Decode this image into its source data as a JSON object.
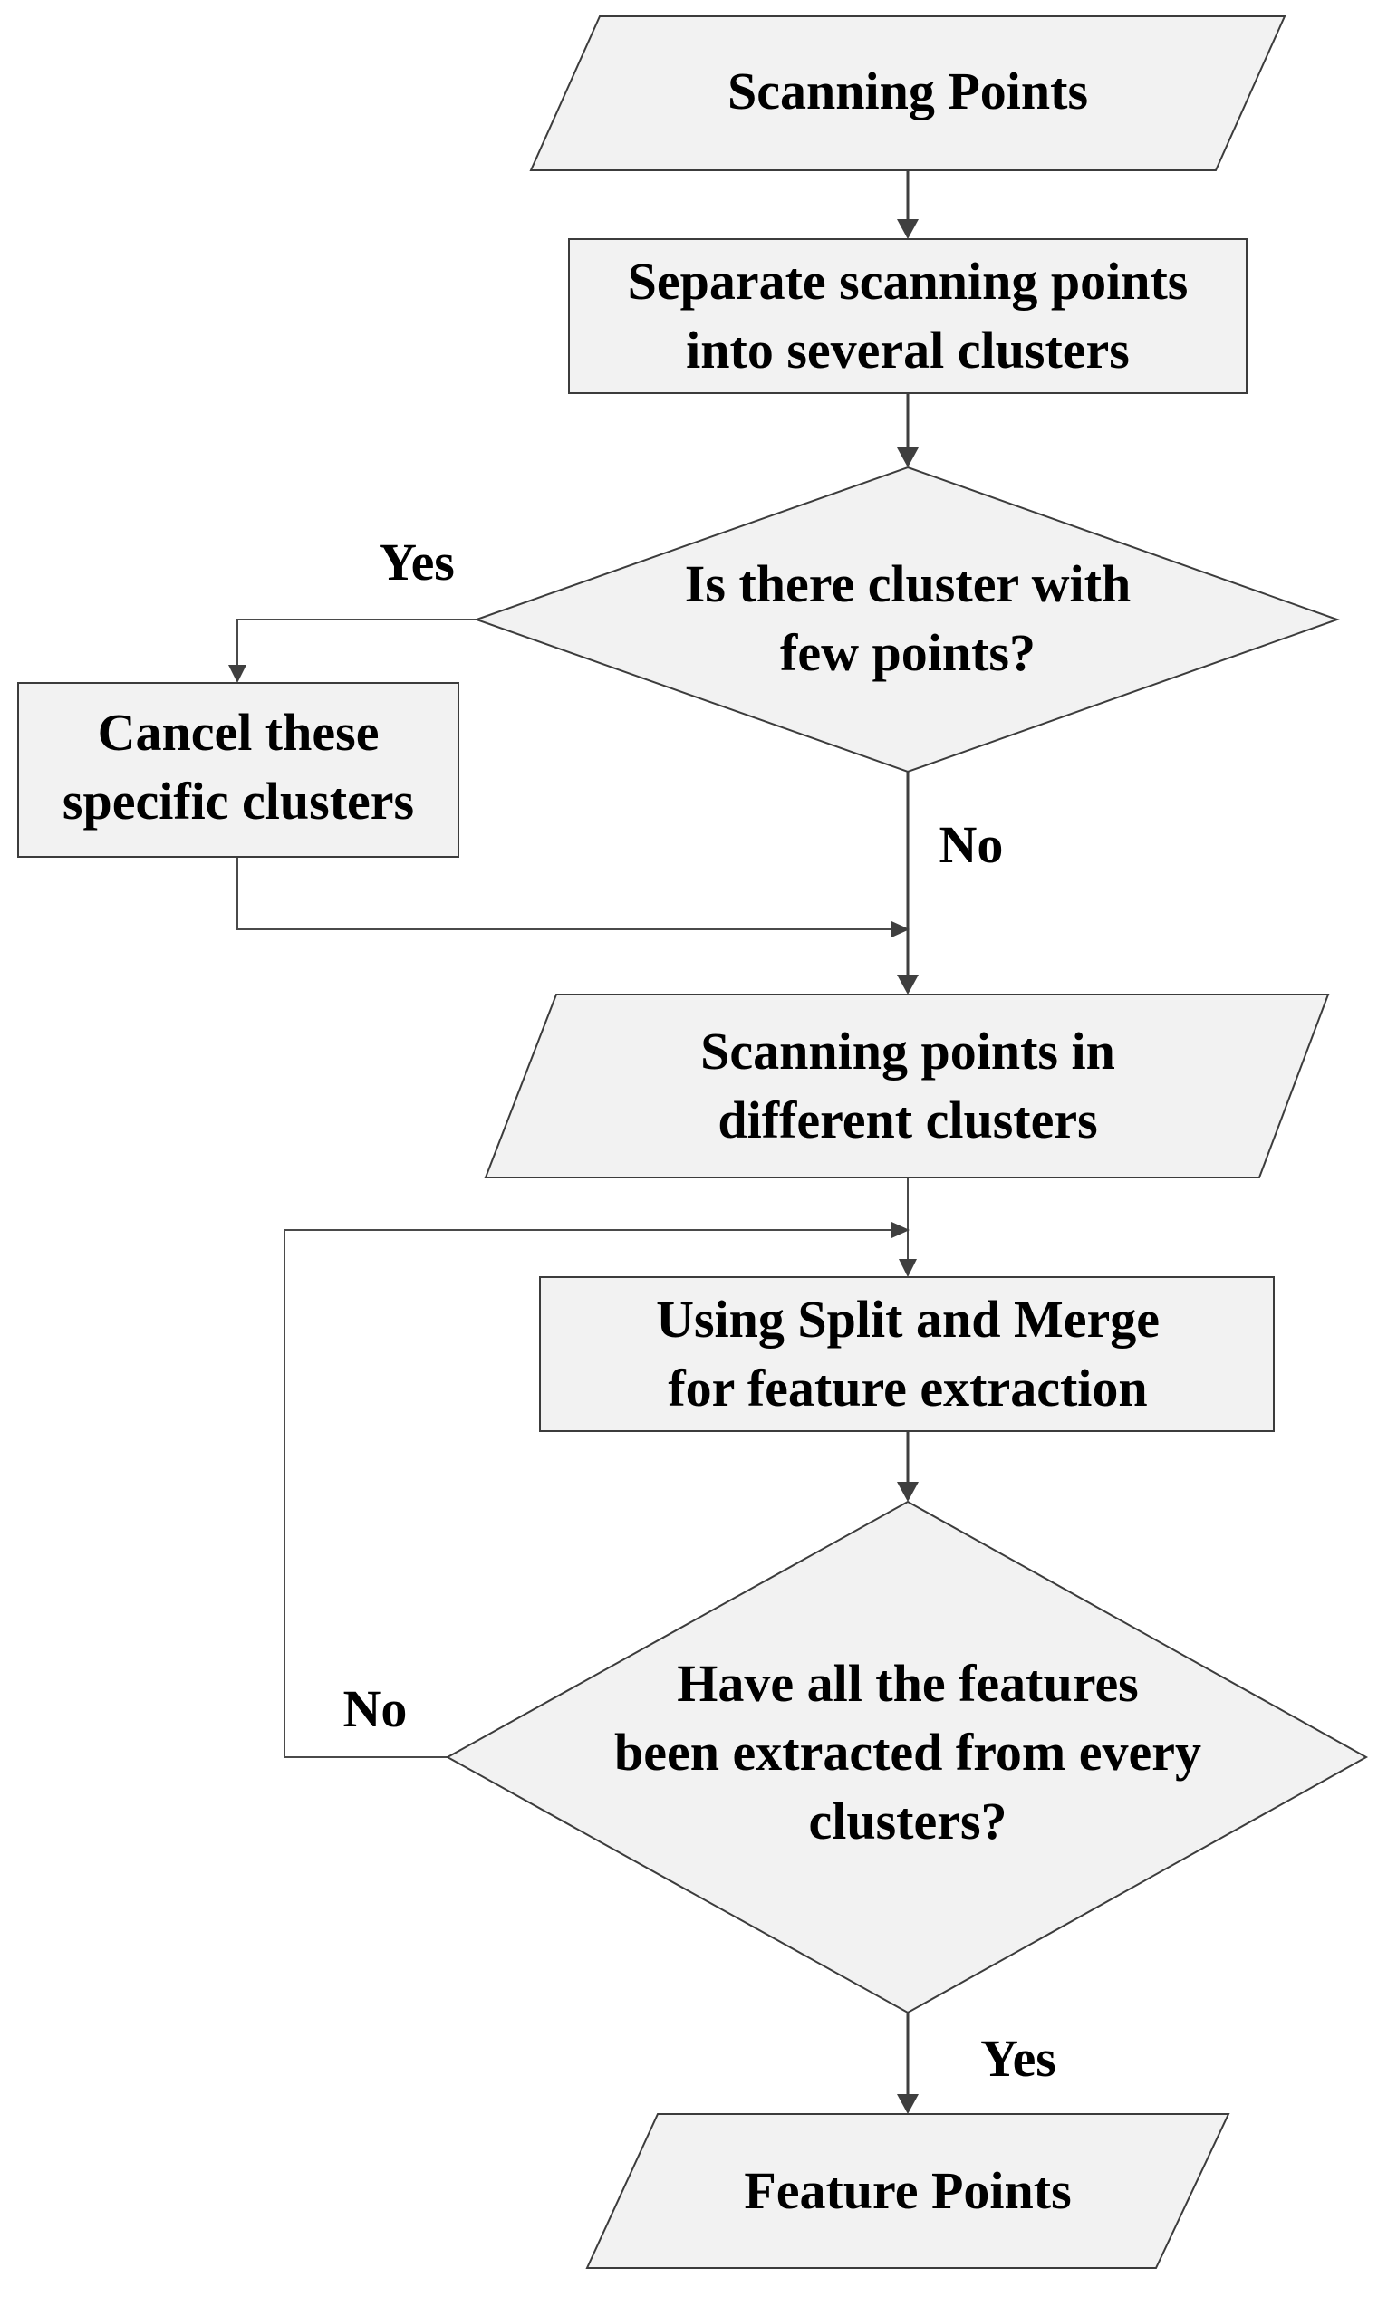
{
  "nodes": {
    "start": {
      "line1": "Scanning Points"
    },
    "separate": {
      "line1": "Separate scanning points",
      "line2": "into several clusters"
    },
    "decision1": {
      "line1": "Is there cluster with",
      "line2": "few points?"
    },
    "cancel": {
      "line1": "Cancel these",
      "line2": "specific clusters"
    },
    "clusters": {
      "line1": "Scanning points in",
      "line2": "different clusters"
    },
    "split_merge": {
      "line1": "Using Split and Merge",
      "line2": "for feature extraction"
    },
    "decision2": {
      "line1": "Have all the features",
      "line2": "been extracted from every",
      "line3": "clusters?"
    },
    "end": {
      "line1": "Feature Points"
    }
  },
  "edge_labels": {
    "decision1_yes": "Yes",
    "decision1_no": "No",
    "decision2_no": "No",
    "decision2_yes": "Yes"
  }
}
